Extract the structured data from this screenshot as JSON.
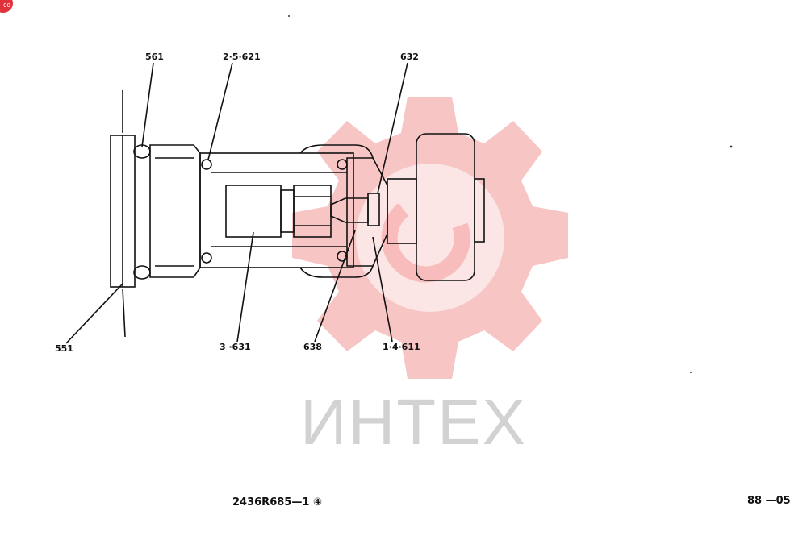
{
  "watermark": {
    "text": "ИНТЕХ",
    "color": "#f3a0a0"
  },
  "corner_badge": {
    "text": "00",
    "color": "#e0323a"
  },
  "callouts": {
    "c561": "561",
    "c2_5_621": "2·5·621",
    "c632": "632",
    "c551": "551",
    "c3_631": "3 ·631",
    "c638": "638",
    "c1_4_611": "1·4·611"
  },
  "footer": {
    "drawing_number": "2436R685—1 ④",
    "page_number": "88 —05"
  }
}
